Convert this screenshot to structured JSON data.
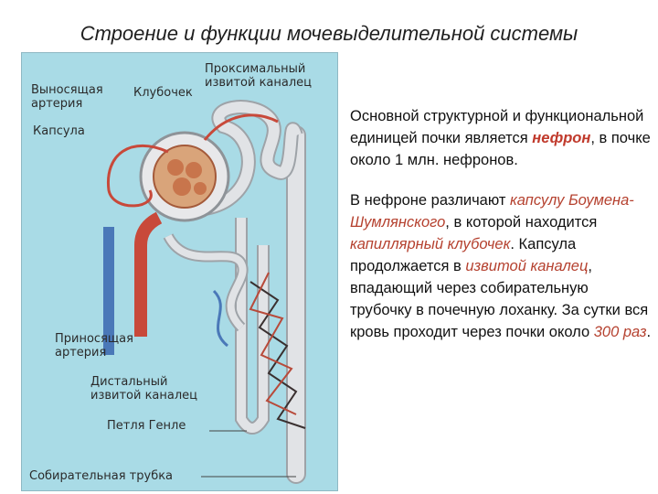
{
  "title": "Строение и функции мочевыделительной системы",
  "figure": {
    "labels": {
      "efferent_artery": "Выносящая\nартерия",
      "glomerulus": "Клубочек",
      "proximal_tubule": "Проксимальный\nизвитой каналец",
      "capsule": "Капсула",
      "afferent_artery": "Приносящая\nартерия",
      "distal_tubule": "Дистальный\nизвитой каналец",
      "loop_of_henle": "Петля Генле",
      "collecting_duct": "Собирательная трубка"
    }
  },
  "text": {
    "p1_a": "Основной структурной и функциональной единицей почки является ",
    "p1_b": "нефрон",
    "p1_c": ", в почке около 1 млн. нефронов.",
    "p2_a": "В нефроне различают ",
    "p2_b": "капсулу Боумена-Шумлянского",
    "p2_c": ", в которой находится ",
    "p2_d": "капиллярный клубочек",
    "p2_e": ". Капсула продолжается в ",
    "p2_f": "извитой каналец",
    "p2_g": ", впадающий через собирательную трубочку в почечную лоханку. За сутки вся кровь проходит через почки около ",
    "p2_h": "300 раз",
    "p2_i": "."
  },
  "colors": {
    "background": "#a9dbe6",
    "artery": "#c8493a",
    "vein": "#4a78b8",
    "tubule": "#d7d9dc",
    "highlight": "#c0392b"
  }
}
